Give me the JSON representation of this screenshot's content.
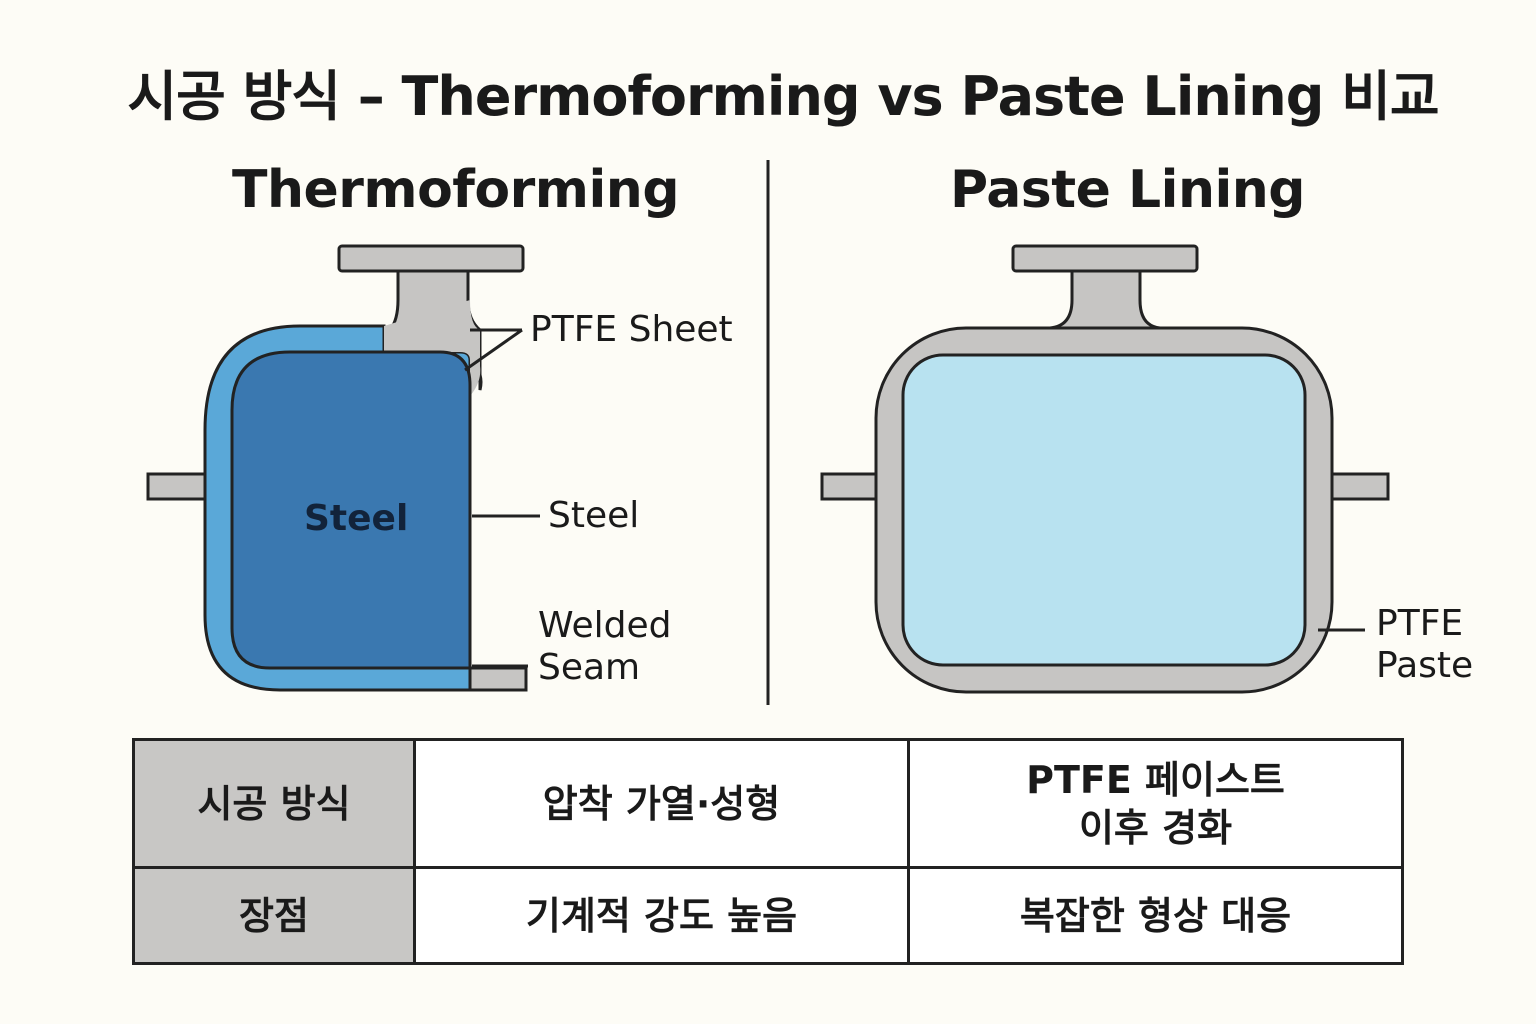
{
  "title": "시공 방식 – Thermoforming vs Paste Lining 비교",
  "thermoforming": {
    "heading": "Thermoforming",
    "inner_label": "Steel",
    "labels": {
      "ptfe_sheet": "PTFE Sheet",
      "steel": "Steel",
      "welded_seam": "Welded\nSeam"
    },
    "colors": {
      "outer_layer": "#5aa8d8",
      "inner_body": "#3a78b0",
      "metal": "#c6c5c3"
    }
  },
  "paste_lining": {
    "heading": "Paste Lining",
    "labels": {
      "ptfe_paste": "PTFE\nPaste"
    },
    "colors": {
      "liner": "#b8e2f0",
      "metal": "#c6c5c3"
    }
  },
  "table": {
    "rows": [
      {
        "header": "시공 방식",
        "thermoforming": "압착 가열·성형",
        "paste_lining": "PTFE 페이스트\n이후 경화"
      },
      {
        "header": "장점",
        "thermoforming": "기계적 강도 높음",
        "paste_lining": "복잡한 형상 대응"
      }
    ]
  }
}
